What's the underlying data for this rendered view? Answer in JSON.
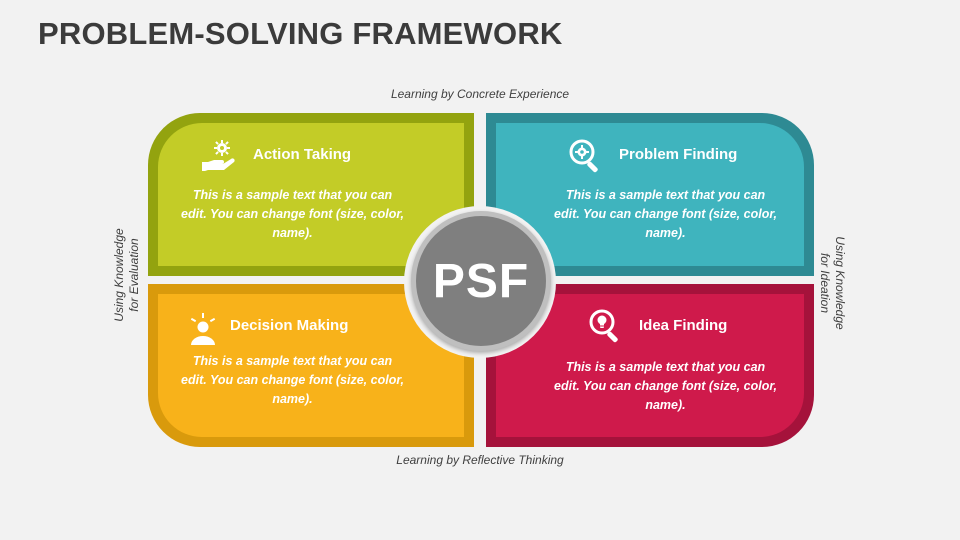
{
  "title": "PROBLEM-SOLVING FRAMEWORK",
  "edges": {
    "top": "Learning by Concrete Experience",
    "bottom": "Learning by Reflective Thinking",
    "left_line1": "Using Knowledge",
    "left_line2": "for Evaluation",
    "right_line1": "Using Knowledge",
    "right_line2": "for Ideation"
  },
  "center": {
    "label": "PSF"
  },
  "quadrants": [
    {
      "heading": "Action Taking",
      "body": "This is a sample text that you can edit. You can change font (size, color, name).",
      "icon": "hand-gear-icon",
      "color": "#c3cc27",
      "border_color": "#93a30f"
    },
    {
      "heading": "Problem Finding",
      "body": "This is a sample text that you can edit. You can change font (size, color, name).",
      "icon": "magnifier-gear-icon",
      "color": "#3fb4be",
      "border_color": "#2e8a93"
    },
    {
      "heading": "Decision Making",
      "body": "This is a sample text that you can edit. You can change font (size, color, name).",
      "icon": "person-idea-icon",
      "color": "#f8b21a",
      "border_color": "#d99a0c"
    },
    {
      "heading": "Idea Finding",
      "body": "This is a sample text that you can edit. You can change font (size, color, name).",
      "icon": "magnifier-bulb-icon",
      "color": "#cf1a4b",
      "border_color": "#a5123b"
    }
  ]
}
